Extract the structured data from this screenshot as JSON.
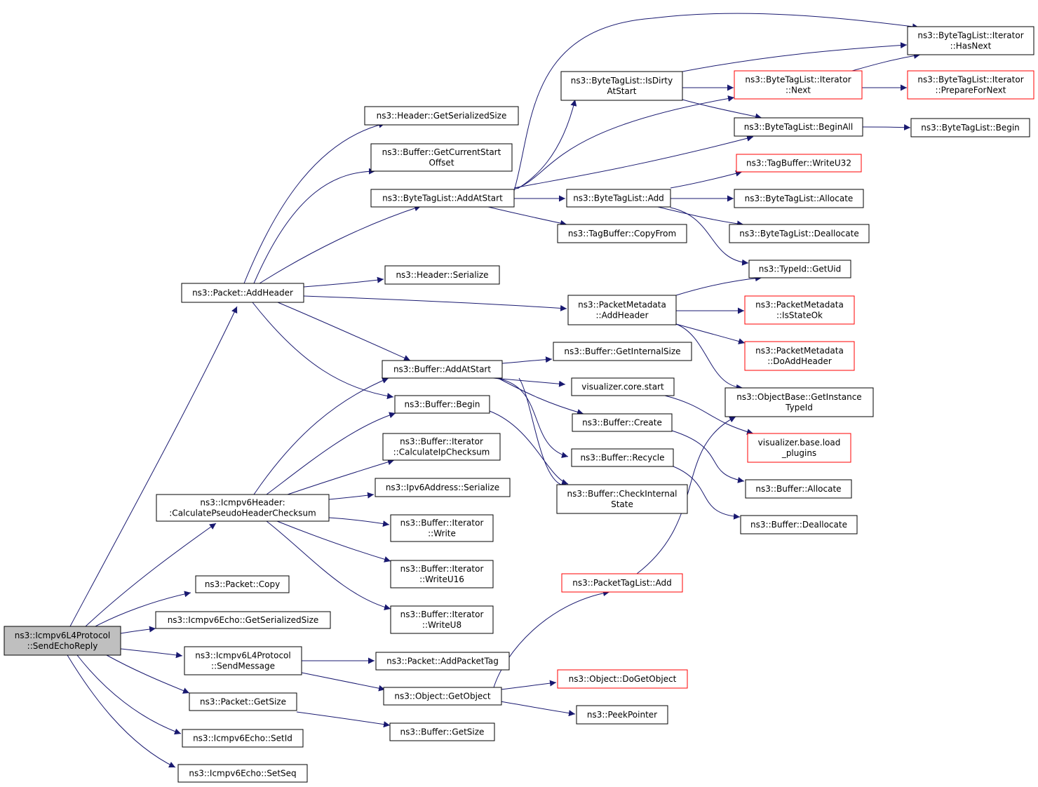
{
  "graph": {
    "colors": {
      "edge": "#191970",
      "border": "#000000",
      "truncated": "#ff0000",
      "root_fill": "#bfbfbf",
      "fill": "#ffffff"
    },
    "nodes": {
      "root": {
        "lines": [
          "ns3::Icmpv6L4Protocol",
          "::SendEchoReply"
        ]
      },
      "packet_addheader": {
        "lines": [
          "ns3::Packet::AddHeader"
        ]
      },
      "calc_pseudo": {
        "lines": [
          "ns3::Icmpv6Header:",
          ":CalculatePseudoHeaderChecksum"
        ]
      },
      "packet_copy": {
        "lines": [
          "ns3::Packet::Copy"
        ]
      },
      "echo_serialized_size": {
        "lines": [
          "ns3::Icmpv6Echo::GetSerializedSize"
        ]
      },
      "sendmessage": {
        "lines": [
          "ns3::Icmpv6L4Protocol",
          "::SendMessage"
        ]
      },
      "packet_getsize": {
        "lines": [
          "ns3::Packet::GetSize"
        ]
      },
      "echo_setid": {
        "lines": [
          "ns3::Icmpv6Echo::SetId"
        ]
      },
      "echo_setseq": {
        "lines": [
          "ns3::Icmpv6Echo::SetSeq"
        ]
      },
      "header_getserializedsize": {
        "lines": [
          "ns3::Header::GetSerializedSize"
        ]
      },
      "buffer_getcurrentstart": {
        "lines": [
          "ns3::Buffer::GetCurrentStart",
          "Offset"
        ]
      },
      "bytetaglist_addatstart": {
        "lines": [
          "ns3::ByteTagList::AddAtStart"
        ]
      },
      "header_serialize": {
        "lines": [
          "ns3::Header::Serialize"
        ]
      },
      "buffer_addatstart": {
        "lines": [
          "ns3::Buffer::AddAtStart"
        ]
      },
      "buffer_begin": {
        "lines": [
          "ns3::Buffer::Begin"
        ]
      },
      "iter_calcipchecksum": {
        "lines": [
          "ns3::Buffer::Iterator",
          "::CalculateIpChecksum"
        ]
      },
      "ipv6_serialize": {
        "lines": [
          "ns3::Ipv6Address::Serialize"
        ]
      },
      "iter_write": {
        "lines": [
          "ns3::Buffer::Iterator",
          "::Write"
        ]
      },
      "iter_writeu16": {
        "lines": [
          "ns3::Buffer::Iterator",
          "::WriteU16"
        ]
      },
      "iter_writeu8": {
        "lines": [
          "ns3::Buffer::Iterator",
          "::WriteU8"
        ]
      },
      "packet_addpackettag": {
        "lines": [
          "ns3::Packet::AddPacketTag"
        ]
      },
      "object_getobject": {
        "lines": [
          "ns3::Object::GetObject"
        ]
      },
      "buffer_getsize": {
        "lines": [
          "ns3::Buffer::GetSize"
        ]
      },
      "bytetaglist_isdirty": {
        "lines": [
          "ns3::ByteTagList::IsDirty",
          "AtStart"
        ]
      },
      "bytetaglist_add": {
        "lines": [
          "ns3::ByteTagList::Add"
        ]
      },
      "tagbuffer_copyfrom": {
        "lines": [
          "ns3::TagBuffer::CopyFrom"
        ]
      },
      "pktmeta_addheader": {
        "lines": [
          "ns3::PacketMetadata",
          "::AddHeader"
        ]
      },
      "buffer_getinternalsize": {
        "lines": [
          "ns3::Buffer::GetInternalSize"
        ]
      },
      "vis_core_start": {
        "lines": [
          "visualizer.core.start"
        ]
      },
      "buffer_create": {
        "lines": [
          "ns3::Buffer::Create"
        ]
      },
      "buffer_recycle": {
        "lines": [
          "ns3::Buffer::Recycle"
        ]
      },
      "buffer_checkinternal": {
        "lines": [
          "ns3::Buffer::CheckInternal",
          "State"
        ]
      },
      "pkttaglist_add": {
        "lines": [
          "ns3::PacketTagList::Add"
        ]
      },
      "object_dogetobject": {
        "lines": [
          "ns3::Object::DoGetObject"
        ]
      },
      "peekpointer": {
        "lines": [
          "ns3::PeekPointer"
        ]
      },
      "iter_hasnext": {
        "lines": [
          "ns3::ByteTagList::Iterator",
          "::HasNext"
        ]
      },
      "iter_next": {
        "lines": [
          "ns3::ByteTagList::Iterator",
          "::Next"
        ]
      },
      "iter_preparefornext": {
        "lines": [
          "ns3::ByteTagList::Iterator",
          "::PrepareForNext"
        ]
      },
      "bytetaglist_beginall": {
        "lines": [
          "ns3::ByteTagList::BeginAll"
        ]
      },
      "bytetaglist_begin": {
        "lines": [
          "ns3::ByteTagList::Begin"
        ]
      },
      "tagbuffer_writeu32": {
        "lines": [
          "ns3::TagBuffer::WriteU32"
        ]
      },
      "bytetaglist_allocate": {
        "lines": [
          "ns3::ByteTagList::Allocate"
        ]
      },
      "bytetaglist_deallocate": {
        "lines": [
          "ns3::ByteTagList::Deallocate"
        ]
      },
      "typeid_getuid": {
        "lines": [
          "ns3::TypeId::GetUid"
        ]
      },
      "pktmeta_isstateok": {
        "lines": [
          "ns3::PacketMetadata",
          "::IsStateOk"
        ]
      },
      "pktmeta_doaddheader": {
        "lines": [
          "ns3::PacketMetadata",
          "::DoAddHeader"
        ]
      },
      "objectbase_getinstancetypeid": {
        "lines": [
          "ns3::ObjectBase::GetInstance",
          "TypeId"
        ]
      },
      "vis_base_load_plugins": {
        "lines": [
          "visualizer.base.load",
          "_plugins"
        ]
      },
      "buffer_allocate": {
        "lines": [
          "ns3::Buffer::Allocate"
        ]
      },
      "buffer_deallocate": {
        "lines": [
          "ns3::Buffer::Deallocate"
        ]
      }
    }
  }
}
